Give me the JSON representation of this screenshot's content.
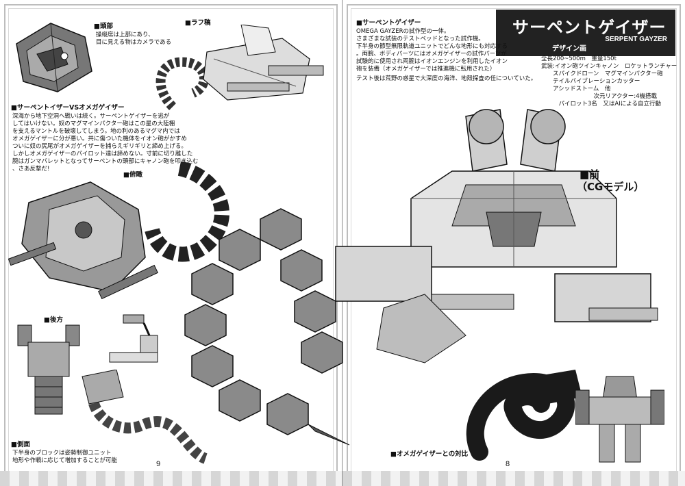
{
  "left_page": {
    "head_section": {
      "title": "■頭部",
      "body": [
        "操縦席は上部にあり、",
        "目に見える物はカメラである"
      ]
    },
    "rough_section": {
      "title": "■ラフ稿"
    },
    "vs_section": {
      "title": "■サーペントイザーVSオメガゲイザー",
      "body": [
        "深海から地下空洞へ戦いは続く。サーペントゲイザーを逃が",
        "してはいけない。奴のマグマインパクター砲はこの星の大陸棚",
        "を支えるマントルを破壊してしまう。地の利のあるマグマ内では",
        "オメガゲイザーに分が悪い。共に傷ついた機体をイオン砲がかすめ",
        "ついに奴の尻尾がオメガゲイザーを捕らえギリギリと締め上げる。",
        "しかしオメガゲイザーのパイロット達は諦めない。寸前に切り離した",
        "腕はガンマバレットとなってサーペントの頭部にキャノン砲を叩き込む",
        "、さあ反撃だ!"
      ]
    },
    "birdseye_section": {
      "title": "■俯瞰"
    },
    "rear_section": {
      "title": "■後方"
    },
    "side_section": {
      "title": "■側面",
      "body": [
        "下半身のブロックは姿勢制御ユニット",
        "地形や作戦に応じて増加することが可能"
      ]
    },
    "page_number": "9"
  },
  "right_page": {
    "title_jp": "サーペントゲイザー",
    "title_en": "SERPENT GAYZER",
    "design_label": "デザイン画",
    "intro_section": {
      "title": "■サーペントゲイザー",
      "body": [
        "OMEGA GAYZERの試作型の一体。",
        "さまざまな試装のテストベッドとなった試作機。",
        "下半身の節型無限軌道ユニットでどんな地形にも対応する",
        "。両腕、ボディパーツにはオメガゲイザーの試作パーツが",
        "試験的に使用され両腕はイオンエンジンを利用したイオン",
        "砲を装備（オメガゲイザーでは推進機に転用された）"
      ],
      "note": "テスト後は荒野の惑星で大深度の海洋、地殻探査の任についていた。"
    },
    "specs": [
      "全長200~500m　重量150t",
      "武装:イオン砲ツインキャノン　ロケットランチャー",
      "　　スパイクドローン　マグマインパクター砲",
      "　　テイルバイブレーションカッター",
      "　　アシッドストーム　他",
      "　　　　　　　　　次元リアクター:4機搭載",
      "　　　パイロット3名　又はAIによる自立行動"
    ],
    "front_label_1": "■前",
    "front_label_2": "（CGモデル）",
    "compare_label": "■オメガゲイザーとの対比",
    "page_number": "8"
  }
}
